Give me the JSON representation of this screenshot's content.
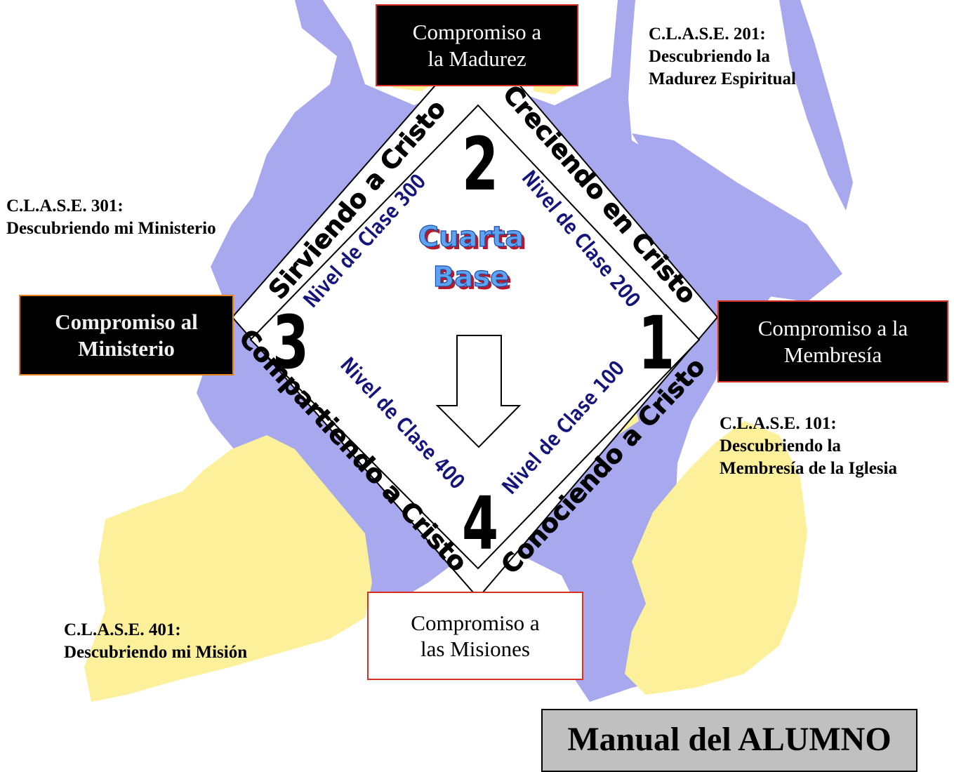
{
  "background": {
    "blue": "#a7a8ee",
    "yellow": "#fdf09a"
  },
  "center": {
    "title_line1": "Cuarta",
    "title_line2": "Base",
    "color": "#5fa2f0",
    "shadow": "#b8192a"
  },
  "numbers": [
    "1",
    "2",
    "3",
    "4"
  ],
  "paths": {
    "top_right": "Creciendo en Cristo",
    "top_left": "Sirviendo a Cristo",
    "bottom_left": "Compartiendo a Cristo",
    "bottom_right": "Conociendo a Cristo"
  },
  "levels": {
    "level_100": "Nivel de Clase 100",
    "level_200": "Nivel de Clase 200",
    "level_300": "Nivel de Clase 300",
    "level_400": "Nivel de Clase 400",
    "color": "#14147a"
  },
  "commitments": {
    "top": {
      "line1": "Compromiso a",
      "line2": "la Madurez"
    },
    "right": {
      "line1": "Compromiso a la",
      "line2": "Membresía"
    },
    "left": {
      "line1": "Compromiso al",
      "line2": "Ministerio"
    },
    "bottom": {
      "line1": "Compromiso a",
      "line2": "las Misiones"
    }
  },
  "classes": {
    "c201": {
      "line1": "C.L.A.S.E. 201:",
      "line2": "Descubriendo la",
      "line3": "Madurez Espiritual"
    },
    "c301": {
      "line1": "C.L.A.S.E. 301:",
      "line2": "Descubriendo mi Ministerio"
    },
    "c101": {
      "line1": "C.L.A.S.E. 101:",
      "line2": "Descubriendo la",
      "line3": "Membresía de la Iglesia"
    },
    "c401": {
      "line1": "C.L.A.S.E. 401:",
      "line2": "Descubriendo mi Misión"
    }
  },
  "footer": {
    "title": "Manual del ALUMNO"
  }
}
